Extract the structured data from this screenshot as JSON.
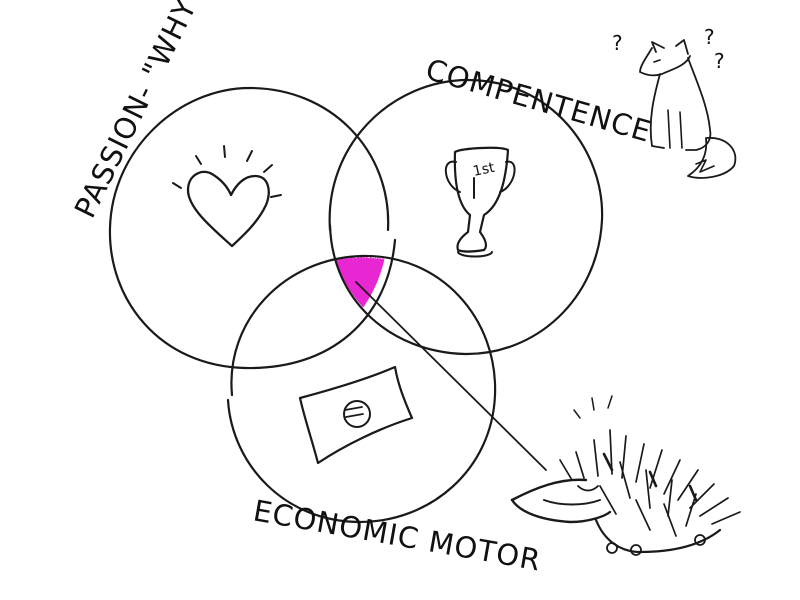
{
  "diagram": {
    "labels": {
      "passion": "PASSION- \"WHY\"",
      "competence": "COMPENTENCE",
      "economic": "ECONOMIC MOTOR"
    },
    "trophy_text": "1st",
    "fox_marks": [
      "?",
      "?",
      "?"
    ],
    "icons": {
      "passion": "heart-icon",
      "competence": "trophy-icon",
      "economic": "euro-banknote-icon"
    },
    "colors": {
      "intersection": "#e81fd0",
      "ink": "#1a1a1a"
    }
  }
}
